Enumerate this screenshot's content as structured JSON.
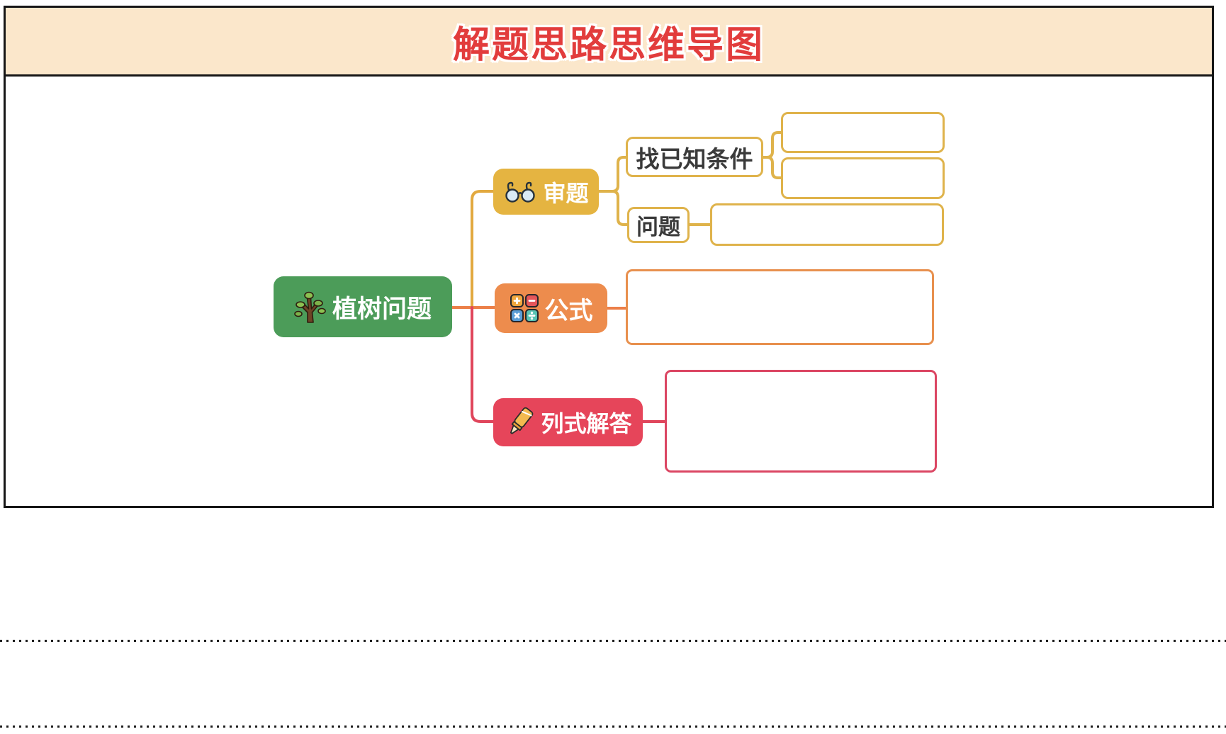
{
  "title": {
    "text": "解题思路思维导图",
    "text_color": "#E23C3C",
    "band_bg": "#FBE7CB"
  },
  "mindmap": {
    "root": {
      "label": "植树问题",
      "color": "#4C9C59",
      "icon": "tree-icon"
    },
    "branches": [
      {
        "label": "审题",
        "color": "#E5B441",
        "icon": "glasses-icon",
        "children": [
          {
            "label": "找已知条件",
            "notes": [
              "",
              ""
            ]
          },
          {
            "label": "问题",
            "notes": [
              ""
            ]
          }
        ]
      },
      {
        "label": "公式",
        "color": "#ED8C4D",
        "icon": "calculator-icon",
        "notes": [
          ""
        ]
      },
      {
        "label": "列式解答",
        "color": "#E6455A",
        "icon": "highlighter-icon",
        "notes": [
          ""
        ]
      }
    ],
    "connector_colors": {
      "gold": "#E2A93F",
      "gold_light": "#DFB34B",
      "orange": "#EC7F48",
      "red": "#E0465C"
    }
  },
  "writing_lines": {
    "count": 2,
    "style": "dotted"
  }
}
